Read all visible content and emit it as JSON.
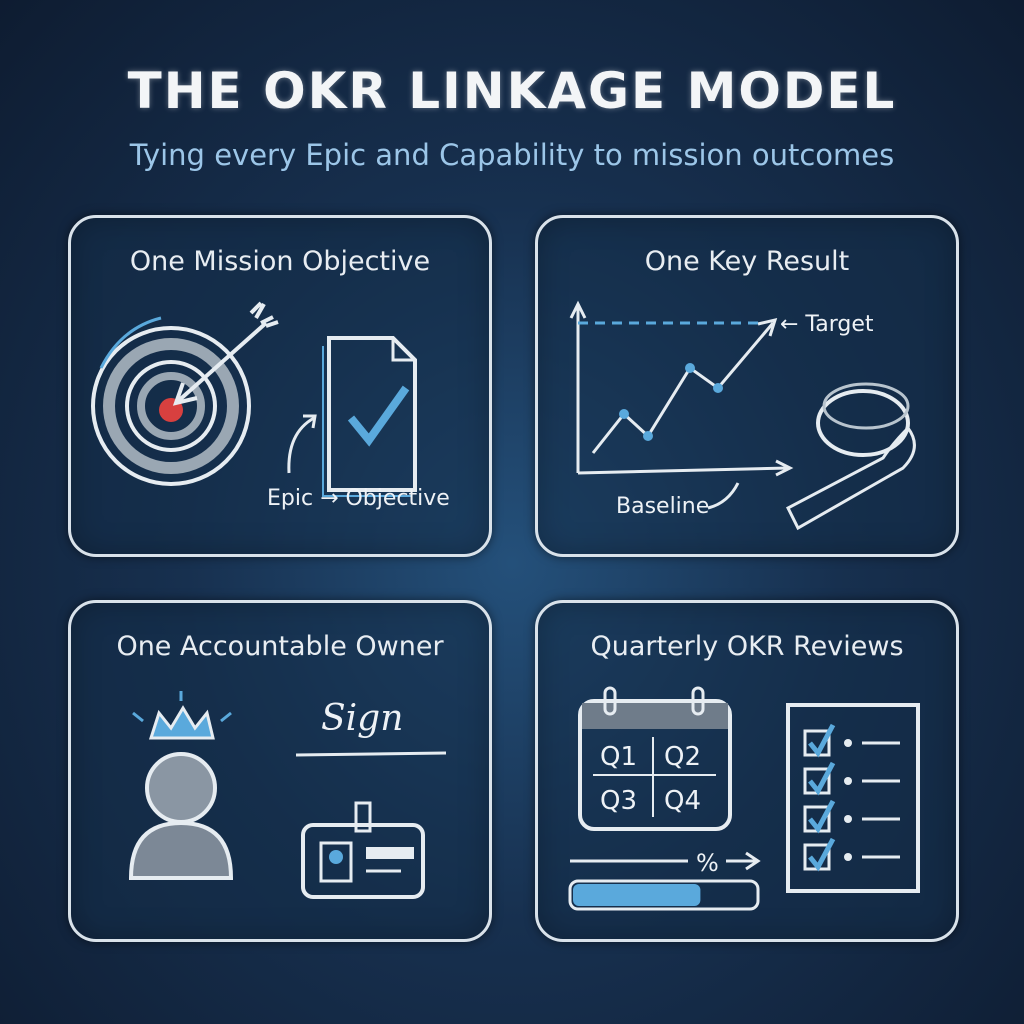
{
  "header": {
    "title": "THE OKR LINKAGE MODEL",
    "subtitle": "Tying every Epic and Capability to mission outcomes"
  },
  "panels": [
    {
      "title": "One Mission Objective",
      "caption": "Epic → Objective",
      "icons": [
        "target-arrow-icon",
        "document-check-icon"
      ]
    },
    {
      "title": "One Key Result",
      "target_label": "← Target",
      "baseline_label": "Baseline",
      "icons": [
        "line-chart-icon",
        "tape-measure-icon"
      ]
    },
    {
      "title": "One Accountable Owner",
      "signature": "Sign",
      "icons": [
        "crowned-person-icon",
        "signature-icon",
        "id-badge-icon"
      ]
    },
    {
      "title": "Quarterly OKR Reviews",
      "quarters": [
        "Q1",
        "Q2",
        "Q3",
        "Q4"
      ],
      "progress_symbol": "%",
      "progress_fraction": 0.7,
      "checklist_items": 4,
      "icons": [
        "calendar-icon",
        "checklist-icon",
        "progress-bar-icon"
      ]
    }
  ],
  "colors": {
    "accent": "#5aa9dc",
    "target_center": "#d8403f",
    "chalk": "#eef2f6"
  }
}
